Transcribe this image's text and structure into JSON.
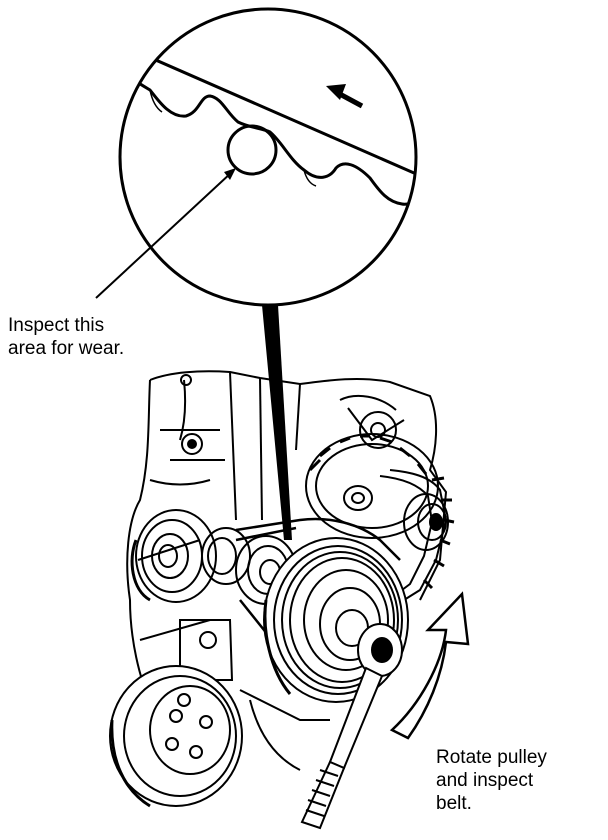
{
  "annotations": {
    "inspect": [
      "Inspect this",
      "area for wear."
    ],
    "rotate": [
      "Rotate pulley",
      "and inspect",
      "belt."
    ]
  },
  "colors": {
    "ink": "#000000",
    "paper": "#ffffff"
  }
}
